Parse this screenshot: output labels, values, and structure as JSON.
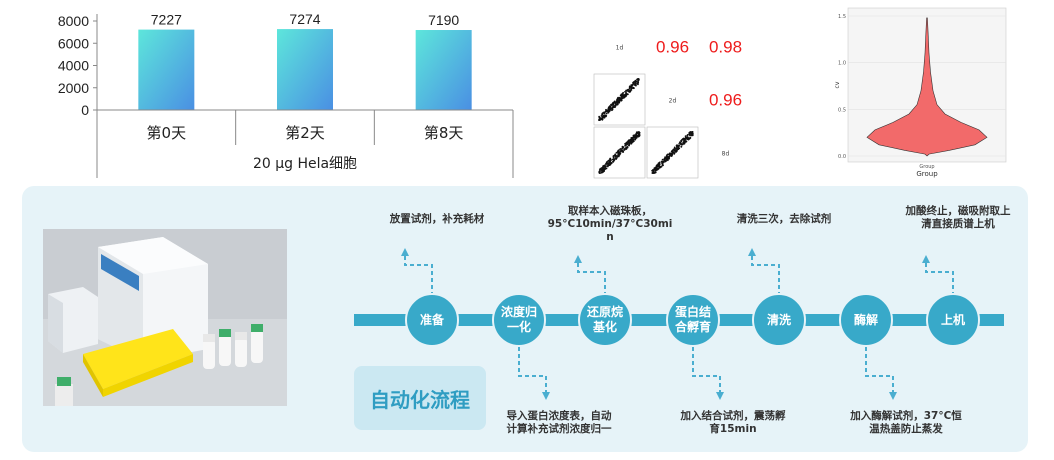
{
  "chart_data": [
    {
      "type": "bar",
      "categories": [
        "第0天",
        "第2天",
        "第8天"
      ],
      "values": [
        7227,
        7274,
        7190
      ],
      "data_labels": [
        "7227",
        "7274",
        "7190"
      ],
      "group_label": "20 μg Hela细胞",
      "ylim": [
        0,
        8000
      ],
      "yticks": [
        "0",
        "2000",
        "4000",
        "6000",
        "8000"
      ],
      "bar_gradient": [
        "#5de6db",
        "#4a8fe3"
      ]
    },
    {
      "type": "table",
      "variables": [
        "1d",
        "2d",
        "8d"
      ],
      "correlations": [
        {
          "row": 0,
          "col": 1,
          "value": "0.96"
        },
        {
          "row": 0,
          "col": 2,
          "value": "0.98"
        },
        {
          "row": 1,
          "col": 2,
          "value": "0.96"
        }
      ],
      "value_color": "#ee1c1c"
    },
    {
      "type": "area",
      "subtype": "violin",
      "xlabel": "Group",
      "ylabel": "cv",
      "x_tick": "Group",
      "yticks": [
        "0.0",
        "0.5",
        "1.0",
        "1.5"
      ],
      "ylim": [
        0,
        1.5
      ],
      "fill_color": "#f26a6a"
    }
  ],
  "workflow": {
    "title": "自动化流程",
    "steps": [
      "准备",
      "浓度归一化",
      "还原烷基化",
      "蛋白结合孵育",
      "清洗",
      "酶解",
      "上机"
    ],
    "top_notes": [
      "放置试剂，补充耗材",
      "取样本入磁珠板，\n95°C10min/37°C30mi\nn",
      "清洗三次，去除试剂",
      "加酸终止，磁吸附取上\n清直接质谱上机"
    ],
    "bottom_notes": [
      "导入蛋白浓度表，自动\n计算补充试剂浓度归一",
      "加入结合试剂，震荡孵\n育15min",
      "加入酶解试剂，37°C恒\n温热盖防止蒸发"
    ],
    "accent_color": "#38a9c9",
    "panel_color": "#e6f3f8",
    "arrow_color": "#4aaed0"
  }
}
